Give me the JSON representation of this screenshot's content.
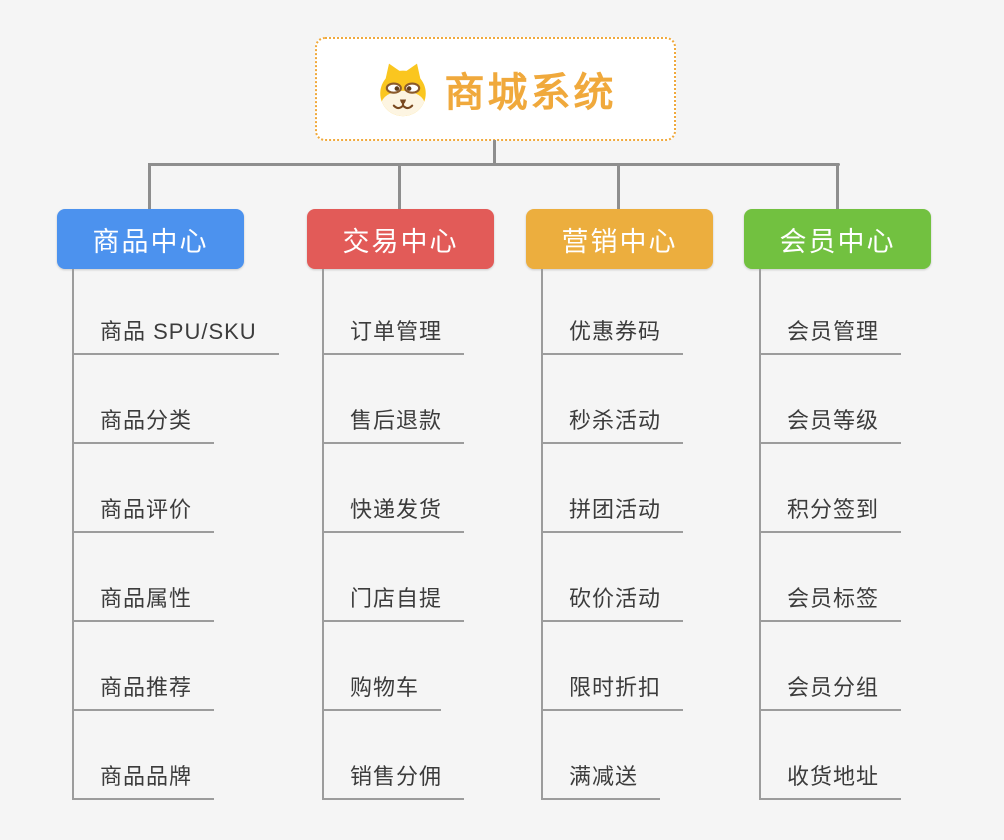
{
  "root": {
    "title": "商城系统",
    "icon": "shiba-dog-icon"
  },
  "colors": {
    "root_accent": "#f0a93c",
    "connector_gray": "#8e8e8e",
    "item_line_gray": "#9c9c9c",
    "item_text": "#3c3c3c",
    "background": "#f5f5f5"
  },
  "branches": [
    {
      "label": "商品中心",
      "color": "#4c92ee",
      "items": [
        "商品 SPU/SKU",
        "商品分类",
        "商品评价",
        "商品属性",
        "商品推荐",
        "商品品牌"
      ]
    },
    {
      "label": "交易中心",
      "color": "#e25b58",
      "items": [
        "订单管理",
        "售后退款",
        "快递发货",
        "门店自提",
        "购物车",
        "销售分佣"
      ]
    },
    {
      "label": "营销中心",
      "color": "#ecae3e",
      "items": [
        "优惠券码",
        "秒杀活动",
        "拼团活动",
        "砍价活动",
        "限时折扣",
        "满减送"
      ]
    },
    {
      "label": "会员中心",
      "color": "#72c140",
      "items": [
        "会员管理",
        "会员等级",
        "积分签到",
        "会员标签",
        "会员分组",
        "收货地址"
      ]
    }
  ]
}
